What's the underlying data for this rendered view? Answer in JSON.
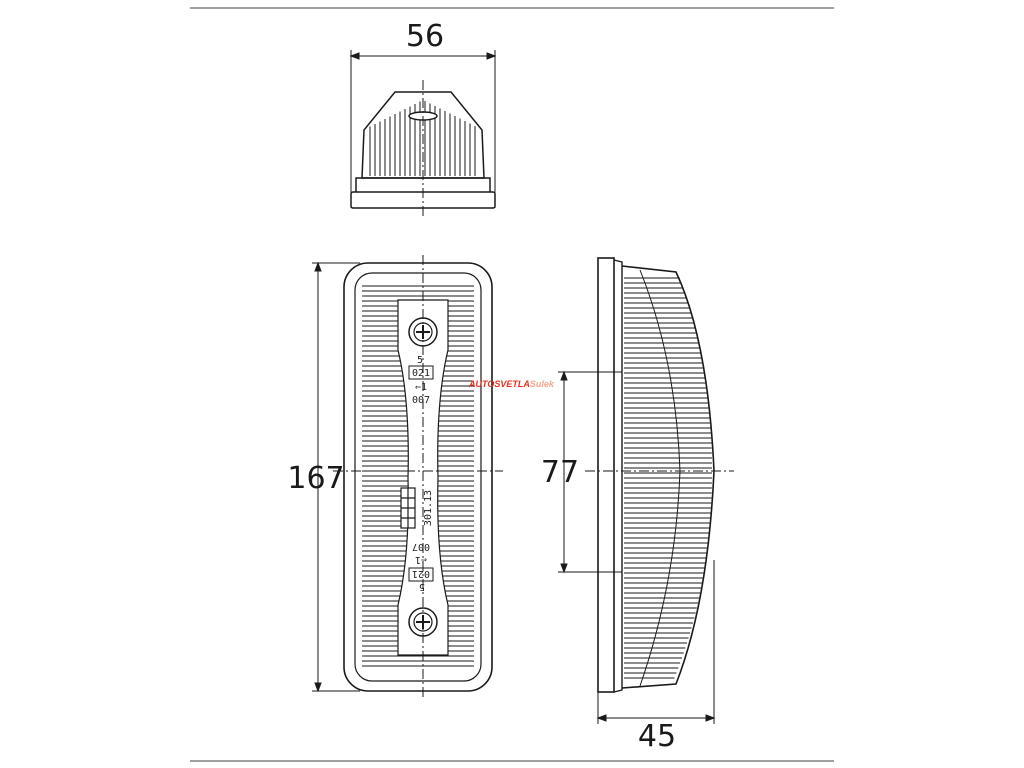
{
  "dimensions": {
    "top_width": "56",
    "height": "167",
    "mount_spacing": "77",
    "depth": "45"
  },
  "watermark": {
    "part1": "AUTOSVETLA",
    "part2": "Sulek",
    "color1": "#e8321f",
    "color2": "#f2a48f"
  },
  "markings": {
    "upper_code": "021",
    "upper_arrow": "⇐1",
    "upper_number": "007",
    "upper_digit": "5",
    "center_number": "301.13",
    "lower_code": "021",
    "lower_arrow": "⇐1",
    "lower_number": "007",
    "lower_digit": "5"
  },
  "colors": {
    "line": "#1a1a1a",
    "frame": "#a0a0a0"
  }
}
